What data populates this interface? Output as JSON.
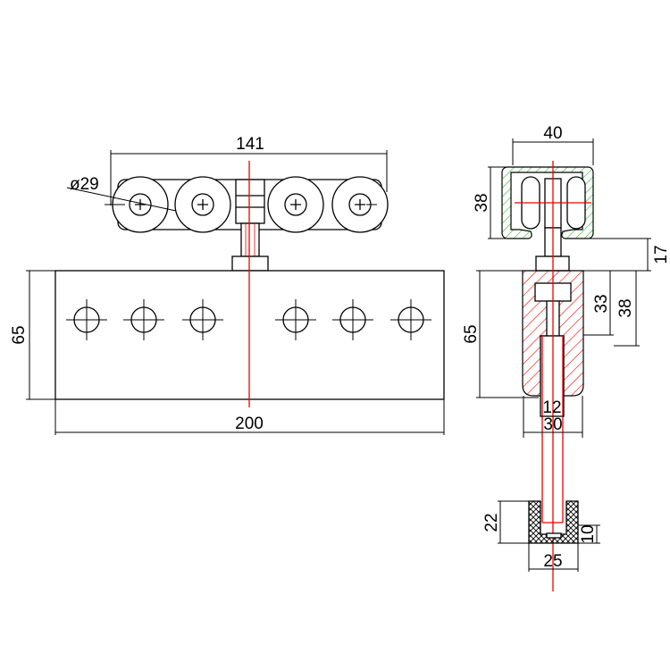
{
  "colors": {
    "line": "#000000",
    "centerline": "#e00000",
    "hatch_body": "#e00000",
    "hatch_track": "#22bb22"
  },
  "front_view": {
    "dims": {
      "width_top": "141",
      "wheel_diameter": "ø29",
      "height": "65",
      "width_plate": "200"
    }
  },
  "side_view": {
    "dims": {
      "track_width": "40",
      "track_height": "38",
      "gap": "17",
      "inner_depth": "33",
      "outer_depth": "38",
      "height": "65",
      "slot": "12",
      "body_width": "30"
    }
  },
  "bottom_guide": {
    "dims": {
      "height": "22",
      "base": "10",
      "width": "25"
    }
  }
}
